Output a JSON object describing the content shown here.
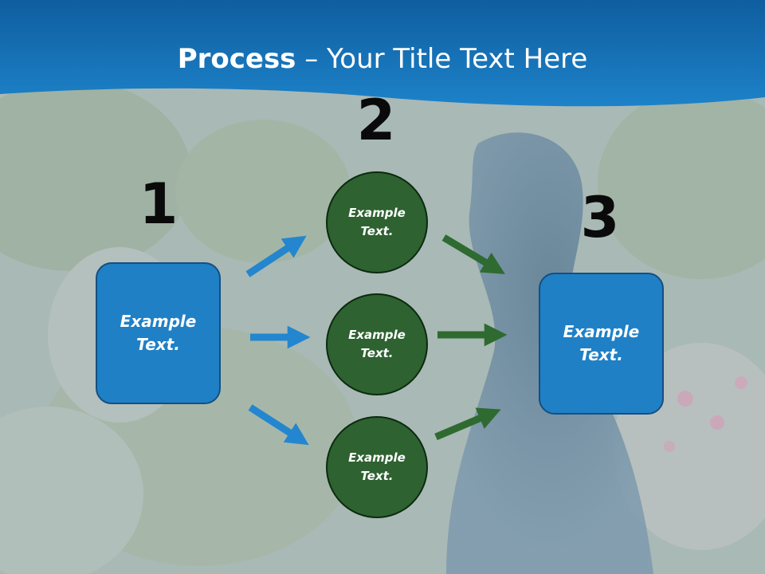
{
  "title": {
    "bold": "Process",
    "rest": " – Your Title Text Here"
  },
  "colors": {
    "header": "#1a78c2",
    "box": "#1f80c6",
    "circle": "#2e6231",
    "blue_arrow": "#2386cf",
    "green_arrow": "#2f6a30"
  },
  "steps": {
    "one": {
      "number": "1",
      "text": "Example Text."
    },
    "two": {
      "number": "2",
      "items": [
        {
          "text": "Example Text."
        },
        {
          "text": "Example Text."
        },
        {
          "text": "Example Text."
        }
      ]
    },
    "three": {
      "number": "3",
      "text": "Example Text."
    }
  }
}
